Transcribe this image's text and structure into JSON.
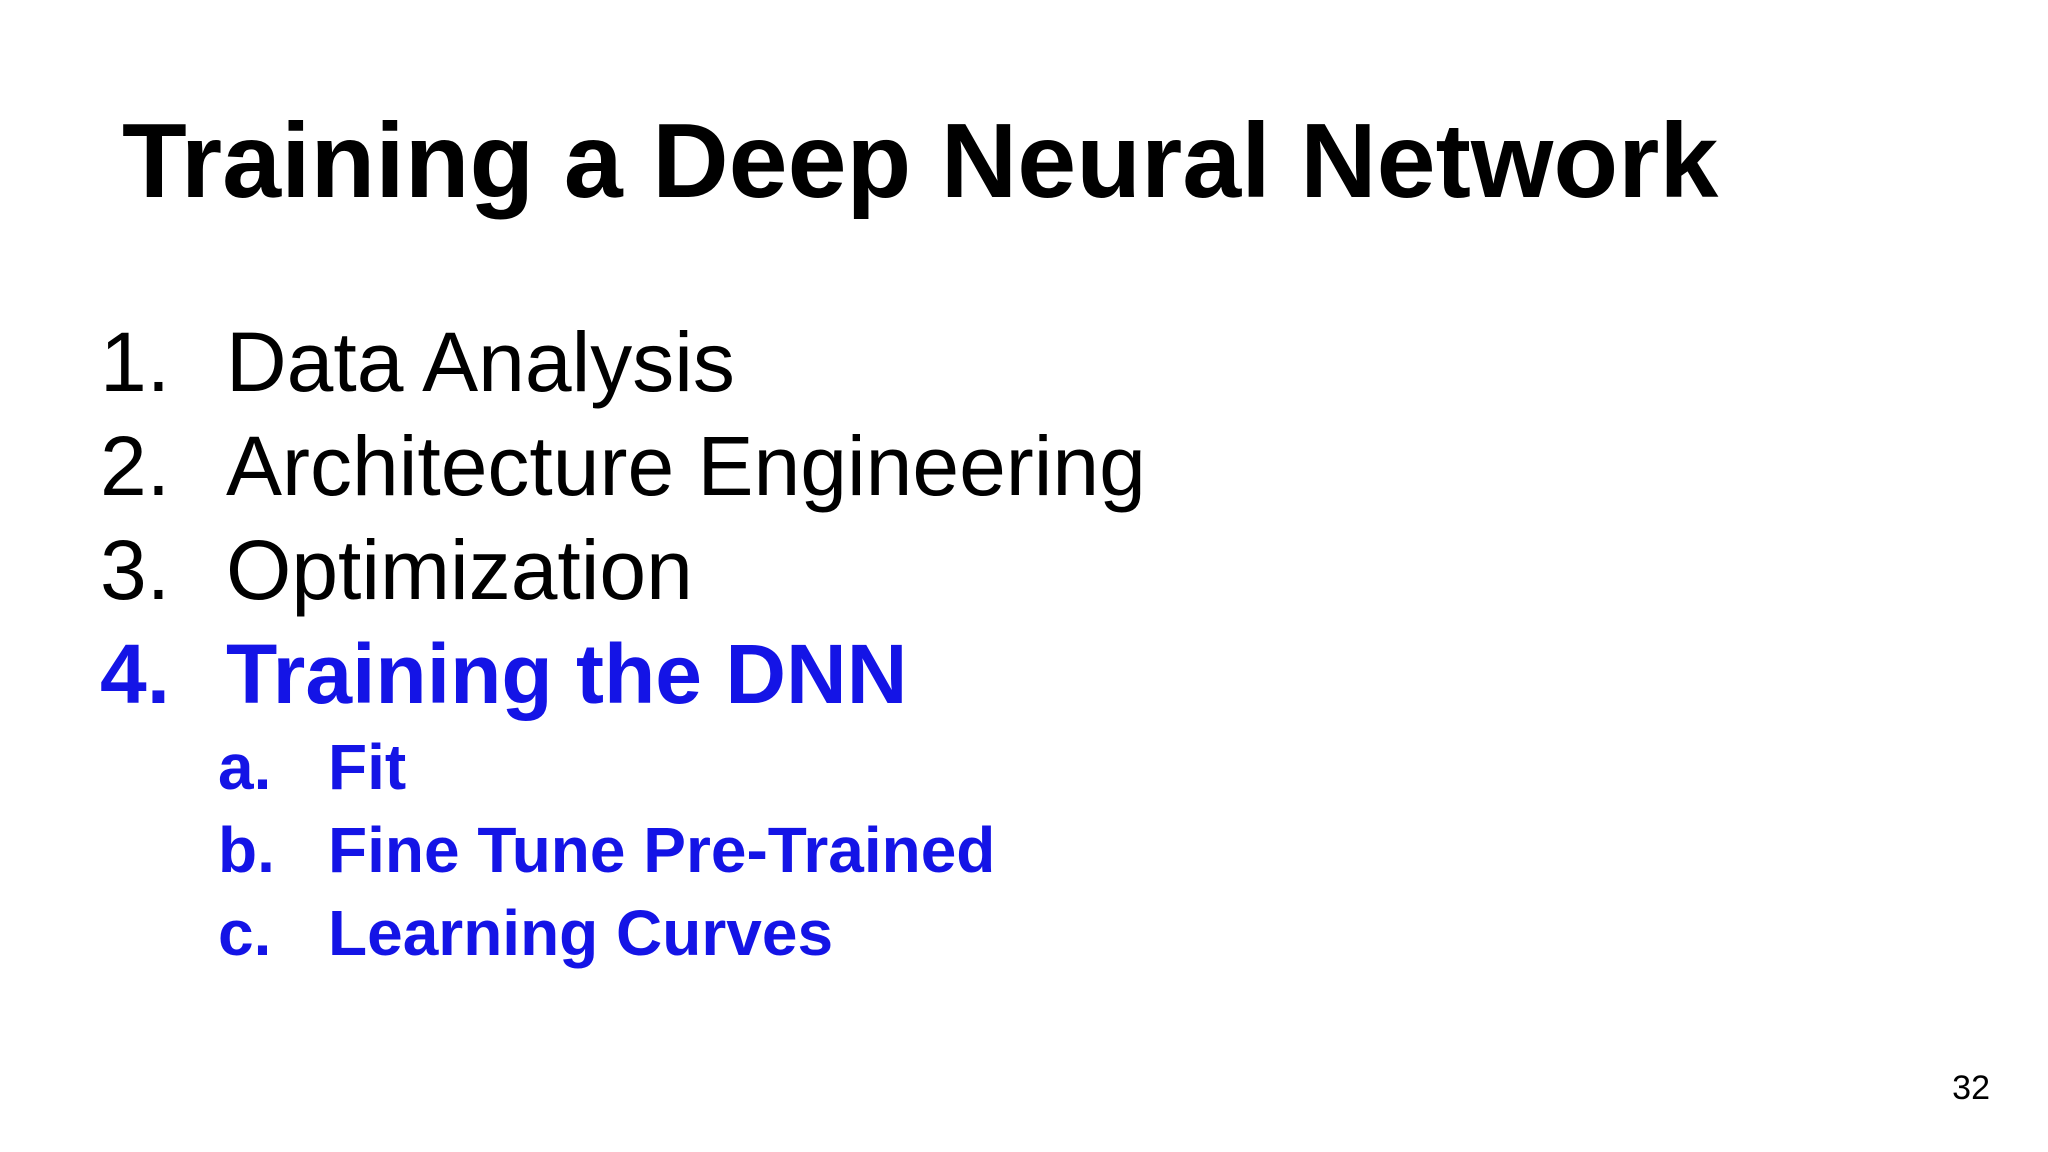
{
  "slide": {
    "title": "Training a Deep Neural Network",
    "items": [
      {
        "number": "1.",
        "label": "Data Analysis"
      },
      {
        "number": "2.",
        "label": "Architecture Engineering"
      },
      {
        "number": "3.",
        "label": "Optimization"
      },
      {
        "number": "4.",
        "label": "Training the DNN"
      }
    ],
    "subitems": [
      {
        "number": "a.",
        "label": "Fit"
      },
      {
        "number": "b.",
        "label": "Fine Tune Pre-Trained"
      },
      {
        "number": "c.",
        "label": "Learning Curves"
      }
    ],
    "page_number": "32",
    "colors": {
      "text": "#000000",
      "highlight": "#1414e6",
      "background": "#ffffff"
    }
  }
}
